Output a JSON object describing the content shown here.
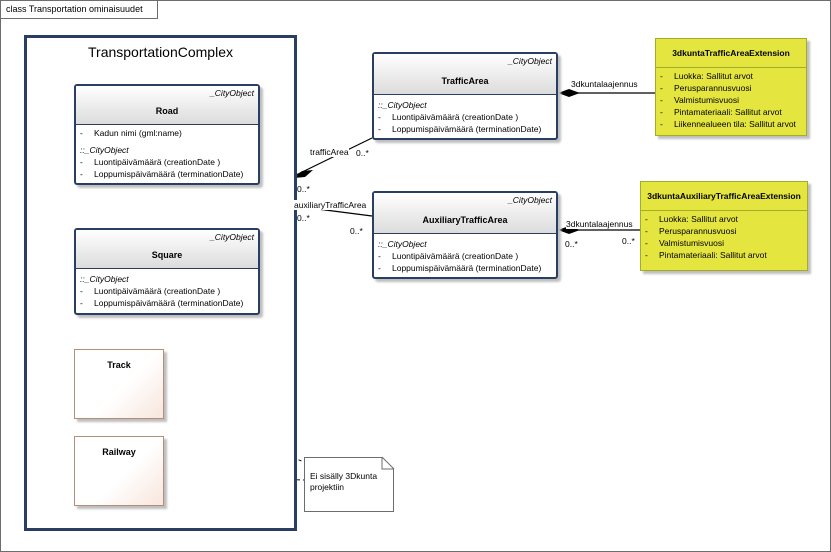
{
  "frame": {
    "title": "class Transportation ominaisuudet"
  },
  "complex": {
    "title": "TransportationComplex"
  },
  "road": {
    "stereotype": "_CityObject",
    "name": "Road",
    "attrs": [
      {
        "prefix": "-",
        "text": "Kadun nimi (gml:name)"
      }
    ],
    "inherited": "::_CityObject",
    "inherited_attrs": [
      {
        "prefix": "-",
        "text": "Luontipäivämäärä (creationDate )"
      },
      {
        "prefix": "-",
        "text": "Loppumispäivämäärä (terminationDate)"
      }
    ]
  },
  "square": {
    "stereotype": "_CityObject",
    "name": "Square",
    "inherited": "::_CityObject",
    "inherited_attrs": [
      {
        "prefix": "-",
        "text": "Luontipäivämäärä (creationDate )"
      },
      {
        "prefix": "-",
        "text": "Loppumispäivämäärä (terminationDate)"
      }
    ]
  },
  "track": {
    "name": "Track"
  },
  "railway": {
    "name": "Railway"
  },
  "traffic_area": {
    "stereotype": "_CityObject",
    "name": "TrafficArea",
    "inherited": "::_CityObject",
    "inherited_attrs": [
      {
        "prefix": "-",
        "text": "Luontipäivämäärä (creationDate )"
      },
      {
        "prefix": "-",
        "text": "Loppumispäivämäärä (terminationDate)"
      }
    ]
  },
  "aux_traffic_area": {
    "stereotype": "_CityObject",
    "name": "AuxiliaryTrafficArea",
    "inherited": "::_CityObject",
    "inherited_attrs": [
      {
        "prefix": "-",
        "text": "Luontipäivämäärä (creationDate )"
      },
      {
        "prefix": "-",
        "text": "Loppumispäivämäärä (terminationDate)"
      }
    ]
  },
  "ext_traffic": {
    "name": "3dkuntaTrafficAreaExtension",
    "attrs": [
      {
        "prefix": "-",
        "text": "Luokka: Sallitut arvot"
      },
      {
        "prefix": "-",
        "text": "Perusparannusvuosi"
      },
      {
        "prefix": "-",
        "text": "Valmistumisvuosi"
      },
      {
        "prefix": "-",
        "text": "Pintamateriaali: Sallitut arvot"
      },
      {
        "prefix": "-",
        "text": "Liikennealueen tila: Sallitut arvot"
      }
    ]
  },
  "ext_aux": {
    "name": "3dkuntaAuxiliaryTrafficAreaExtension",
    "attrs": [
      {
        "prefix": "-",
        "text": "Luokka: Sallitut arvot"
      },
      {
        "prefix": "-",
        "text": "Perusparannusvuosi"
      },
      {
        "prefix": "-",
        "text": "Valmistumisvuosi"
      },
      {
        "prefix": "-",
        "text": "Pintamateriaali: Sallitut arvot"
      }
    ]
  },
  "note": {
    "text_line1": "Ei sisälly 3Dkunta",
    "text_line2": "projektiin"
  },
  "labels": {
    "traffic_area_role": "trafficArea",
    "traffic_area_mult_src": "0..*",
    "traffic_area_mult_tgt": "0..*",
    "aux_role": "auxiliaryTrafficArea",
    "aux_mult_src": "0..*",
    "aux_mult_tgt": "0..*",
    "ext1_role": "3dkuntalaajennus",
    "ext2_role": "3dkuntalaajennus",
    "ext2_mult_src": "0..*",
    "ext2_mult_tgt": "0..*"
  },
  "colors": {
    "class_border": "#2a3d63",
    "extension_fill": "#e4e53f",
    "plain_border": "#b48e7a"
  }
}
